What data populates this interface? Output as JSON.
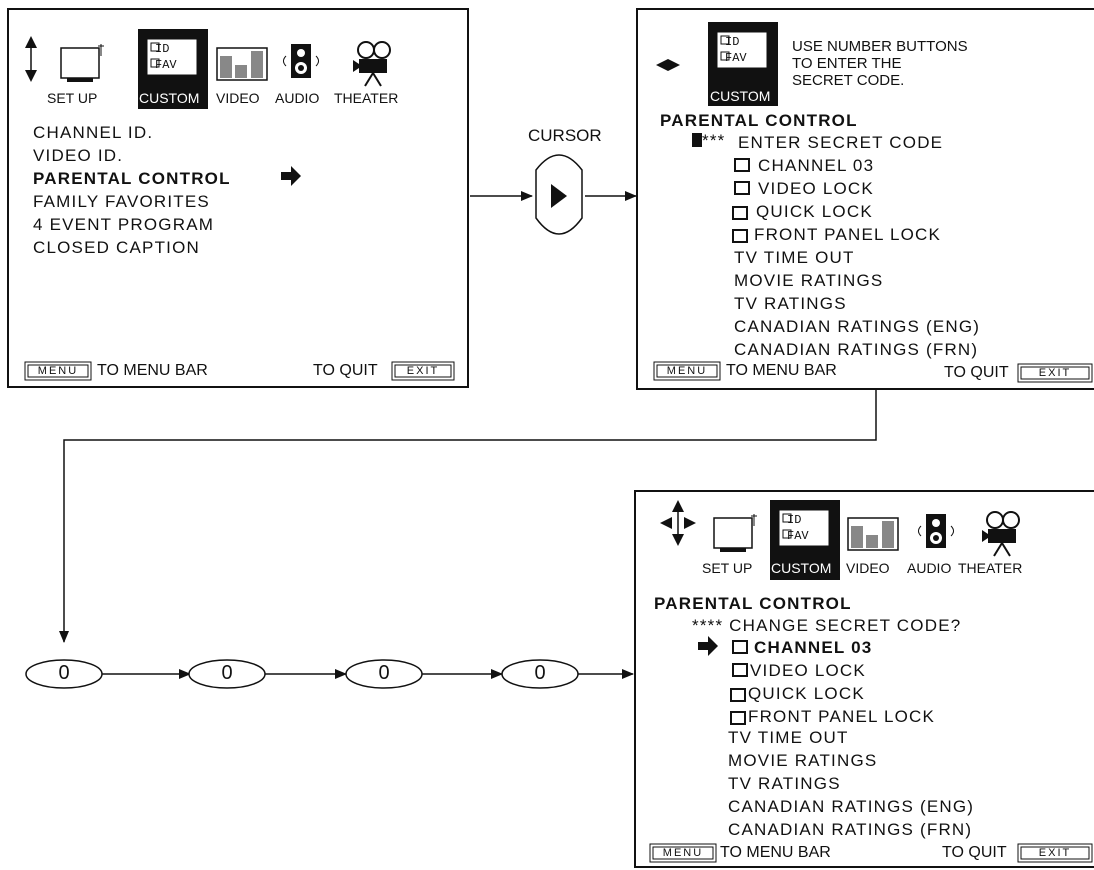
{
  "screen1": {
    "icons": [
      "SET UP",
      "CUSTOM",
      "VIDEO",
      "AUDIO",
      "THEATER"
    ],
    "items": [
      "CHANNEL ID.",
      "VIDEO ID.",
      "PARENTAL CONTROL",
      "FAMILY FAVORITES",
      "4 EVENT PROGRAM",
      "CLOSED CAPTION"
    ],
    "menu_btn": "MENU",
    "menu_text": "TO MENU BAR",
    "quit_text": "TO QUIT",
    "exit_btn": "EXIT",
    "id_text": "ID",
    "fav_text": "FAV"
  },
  "cursor_label": "CURSOR",
  "screen2": {
    "icon_label": "CUSTOM",
    "instruction": [
      "USE NUMBER BUTTONS",
      "TO ENTER THE",
      "SECRET CODE."
    ],
    "title": "PARENTAL CONTROL",
    "code_prompt": "ENTER SECRET CODE",
    "code_mask": "***",
    "checkbox_items": [
      "CHANNEL 03",
      "VIDEO LOCK",
      "QUICK LOCK",
      "FRONT PANEL LOCK"
    ],
    "items": [
      "TV TIME OUT",
      "MOVIE RATINGS",
      "TV RATINGS",
      "CANADIAN RATINGS (ENG)",
      "CANADIAN RATINGS (FRN)"
    ],
    "menu_btn": "MENU",
    "menu_text": "TO MENU BAR",
    "quit_text": "TO QUIT",
    "exit_btn": "EXIT",
    "id_text": "ID",
    "fav_text": "FAV"
  },
  "digits": [
    "0",
    "0",
    "0",
    "0"
  ],
  "screen3": {
    "icons": [
      "SET UP",
      "CUSTOM",
      "VIDEO",
      "AUDIO",
      "THEATER"
    ],
    "title": "PARENTAL CONTROL",
    "code_line": "**** CHANGE SECRET CODE?",
    "checkbox_items": [
      "CHANNEL 03",
      "VIDEO LOCK",
      "QUICK LOCK",
      "FRONT PANEL LOCK"
    ],
    "items": [
      "TV TIME OUT",
      "MOVIE RATINGS",
      "TV RATINGS",
      "CANADIAN RATINGS (ENG)",
      "CANADIAN RATINGS (FRN)"
    ],
    "menu_btn": "MENU",
    "menu_text": "TO MENU BAR",
    "quit_text": "TO QUIT",
    "exit_btn": "EXIT",
    "id_text": "ID",
    "fav_text": "FAV"
  }
}
